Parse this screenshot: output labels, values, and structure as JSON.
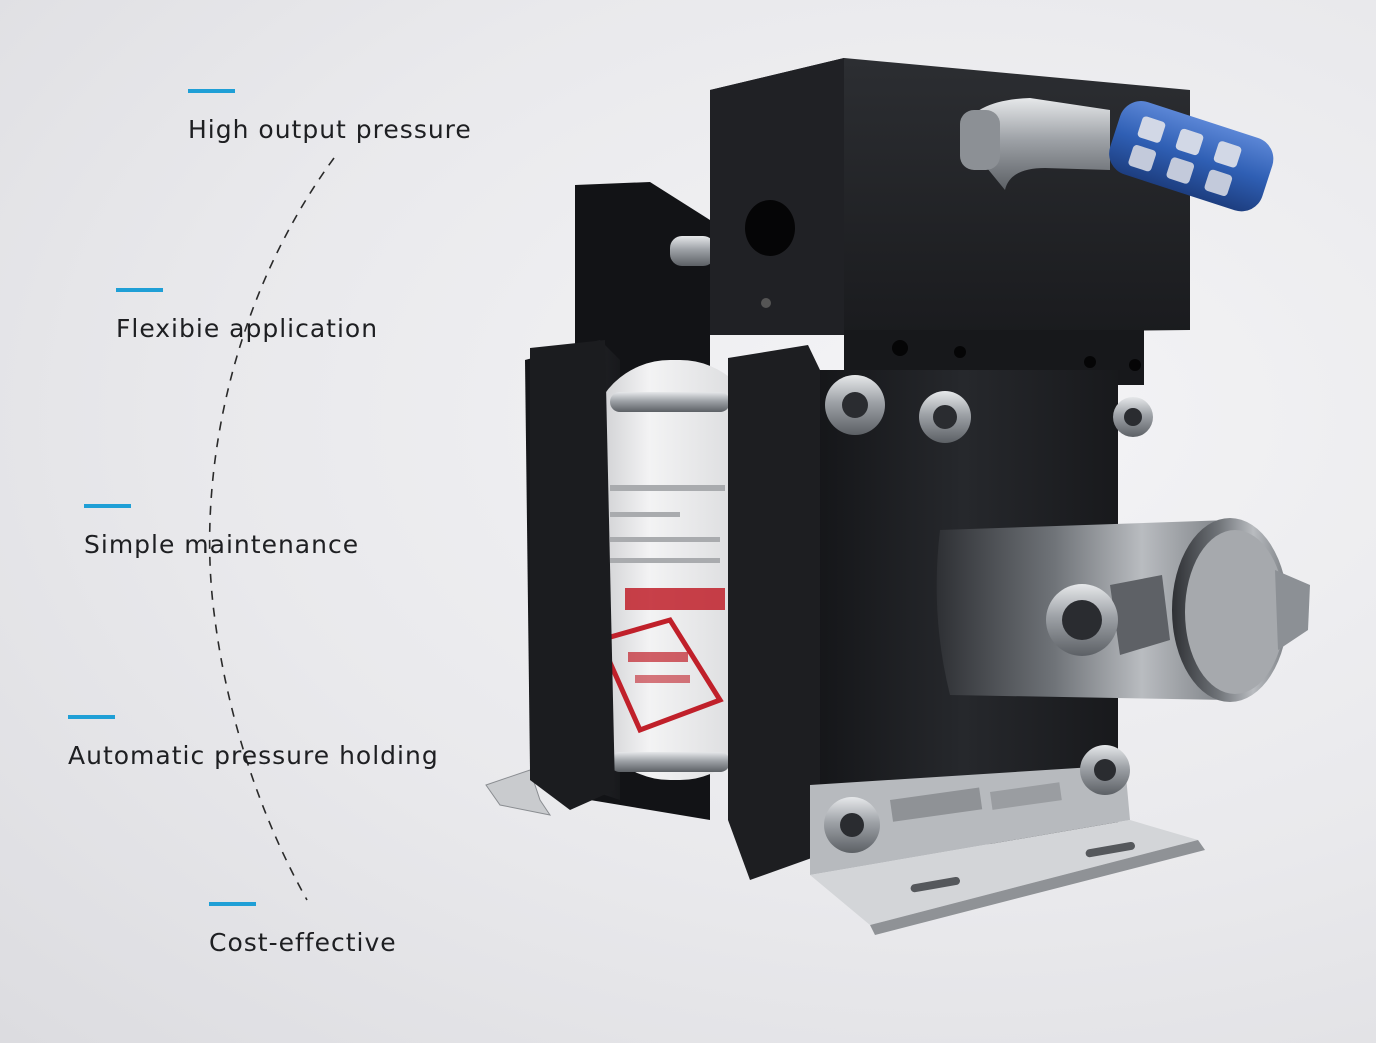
{
  "features": [
    {
      "label": "High output pressure"
    },
    {
      "label": "Flexibie application"
    },
    {
      "label": "Simple maintenance"
    },
    {
      "label": "Automatic pressure holding"
    },
    {
      "label": "Cost-effective"
    }
  ],
  "colors": {
    "accent": "#1f9fd6",
    "text": "#1e1f22",
    "body": "#1c1d20",
    "steel": "#b9bcc0",
    "filter": "#2f5fb4",
    "tank_label_red": "#c0202a"
  },
  "product": {
    "image": "air-driven-pressure-booster-pump"
  }
}
